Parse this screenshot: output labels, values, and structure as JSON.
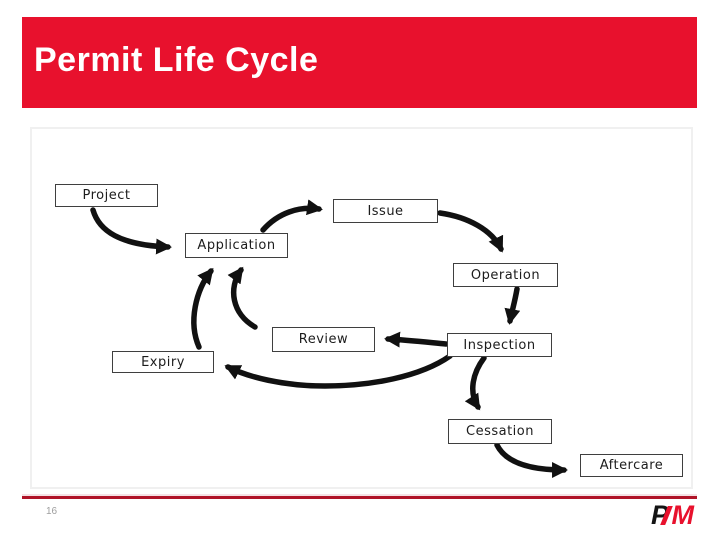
{
  "slide": {
    "title": "Permit Life Cycle",
    "colors": {
      "banner_red": "#e8112d",
      "footer_line_red": "#b01428",
      "page_number_gray": "#9e9e9e",
      "node_border": "#3f3f3f",
      "arrow_black": "#111111"
    }
  },
  "diagram": {
    "nodes": [
      {
        "id": "project",
        "label": "Project"
      },
      {
        "id": "application",
        "label": "Application"
      },
      {
        "id": "issue",
        "label": "Issue"
      },
      {
        "id": "operation",
        "label": "Operation"
      },
      {
        "id": "review",
        "label": "Review"
      },
      {
        "id": "inspection",
        "label": "Inspection"
      },
      {
        "id": "expiry",
        "label": "Expiry"
      },
      {
        "id": "cessation",
        "label": "Cessation"
      },
      {
        "id": "aftercare",
        "label": "Aftercare"
      }
    ],
    "edges": [
      {
        "from": "Project",
        "to": "Application"
      },
      {
        "from": "Application",
        "to": "Issue"
      },
      {
        "from": "Issue",
        "to": "Operation"
      },
      {
        "from": "Operation",
        "to": "Inspection"
      },
      {
        "from": "Inspection",
        "to": "Review"
      },
      {
        "from": "Review",
        "to": "Application"
      },
      {
        "from": "Inspection",
        "to": "Expiry"
      },
      {
        "from": "Expiry",
        "to": "Application"
      },
      {
        "from": "Inspection",
        "to": "Cessation"
      },
      {
        "from": "Cessation",
        "to": "Aftercare"
      }
    ]
  },
  "footer": {
    "page_number": "16",
    "logo_p": "P",
    "logo_m": "M"
  }
}
